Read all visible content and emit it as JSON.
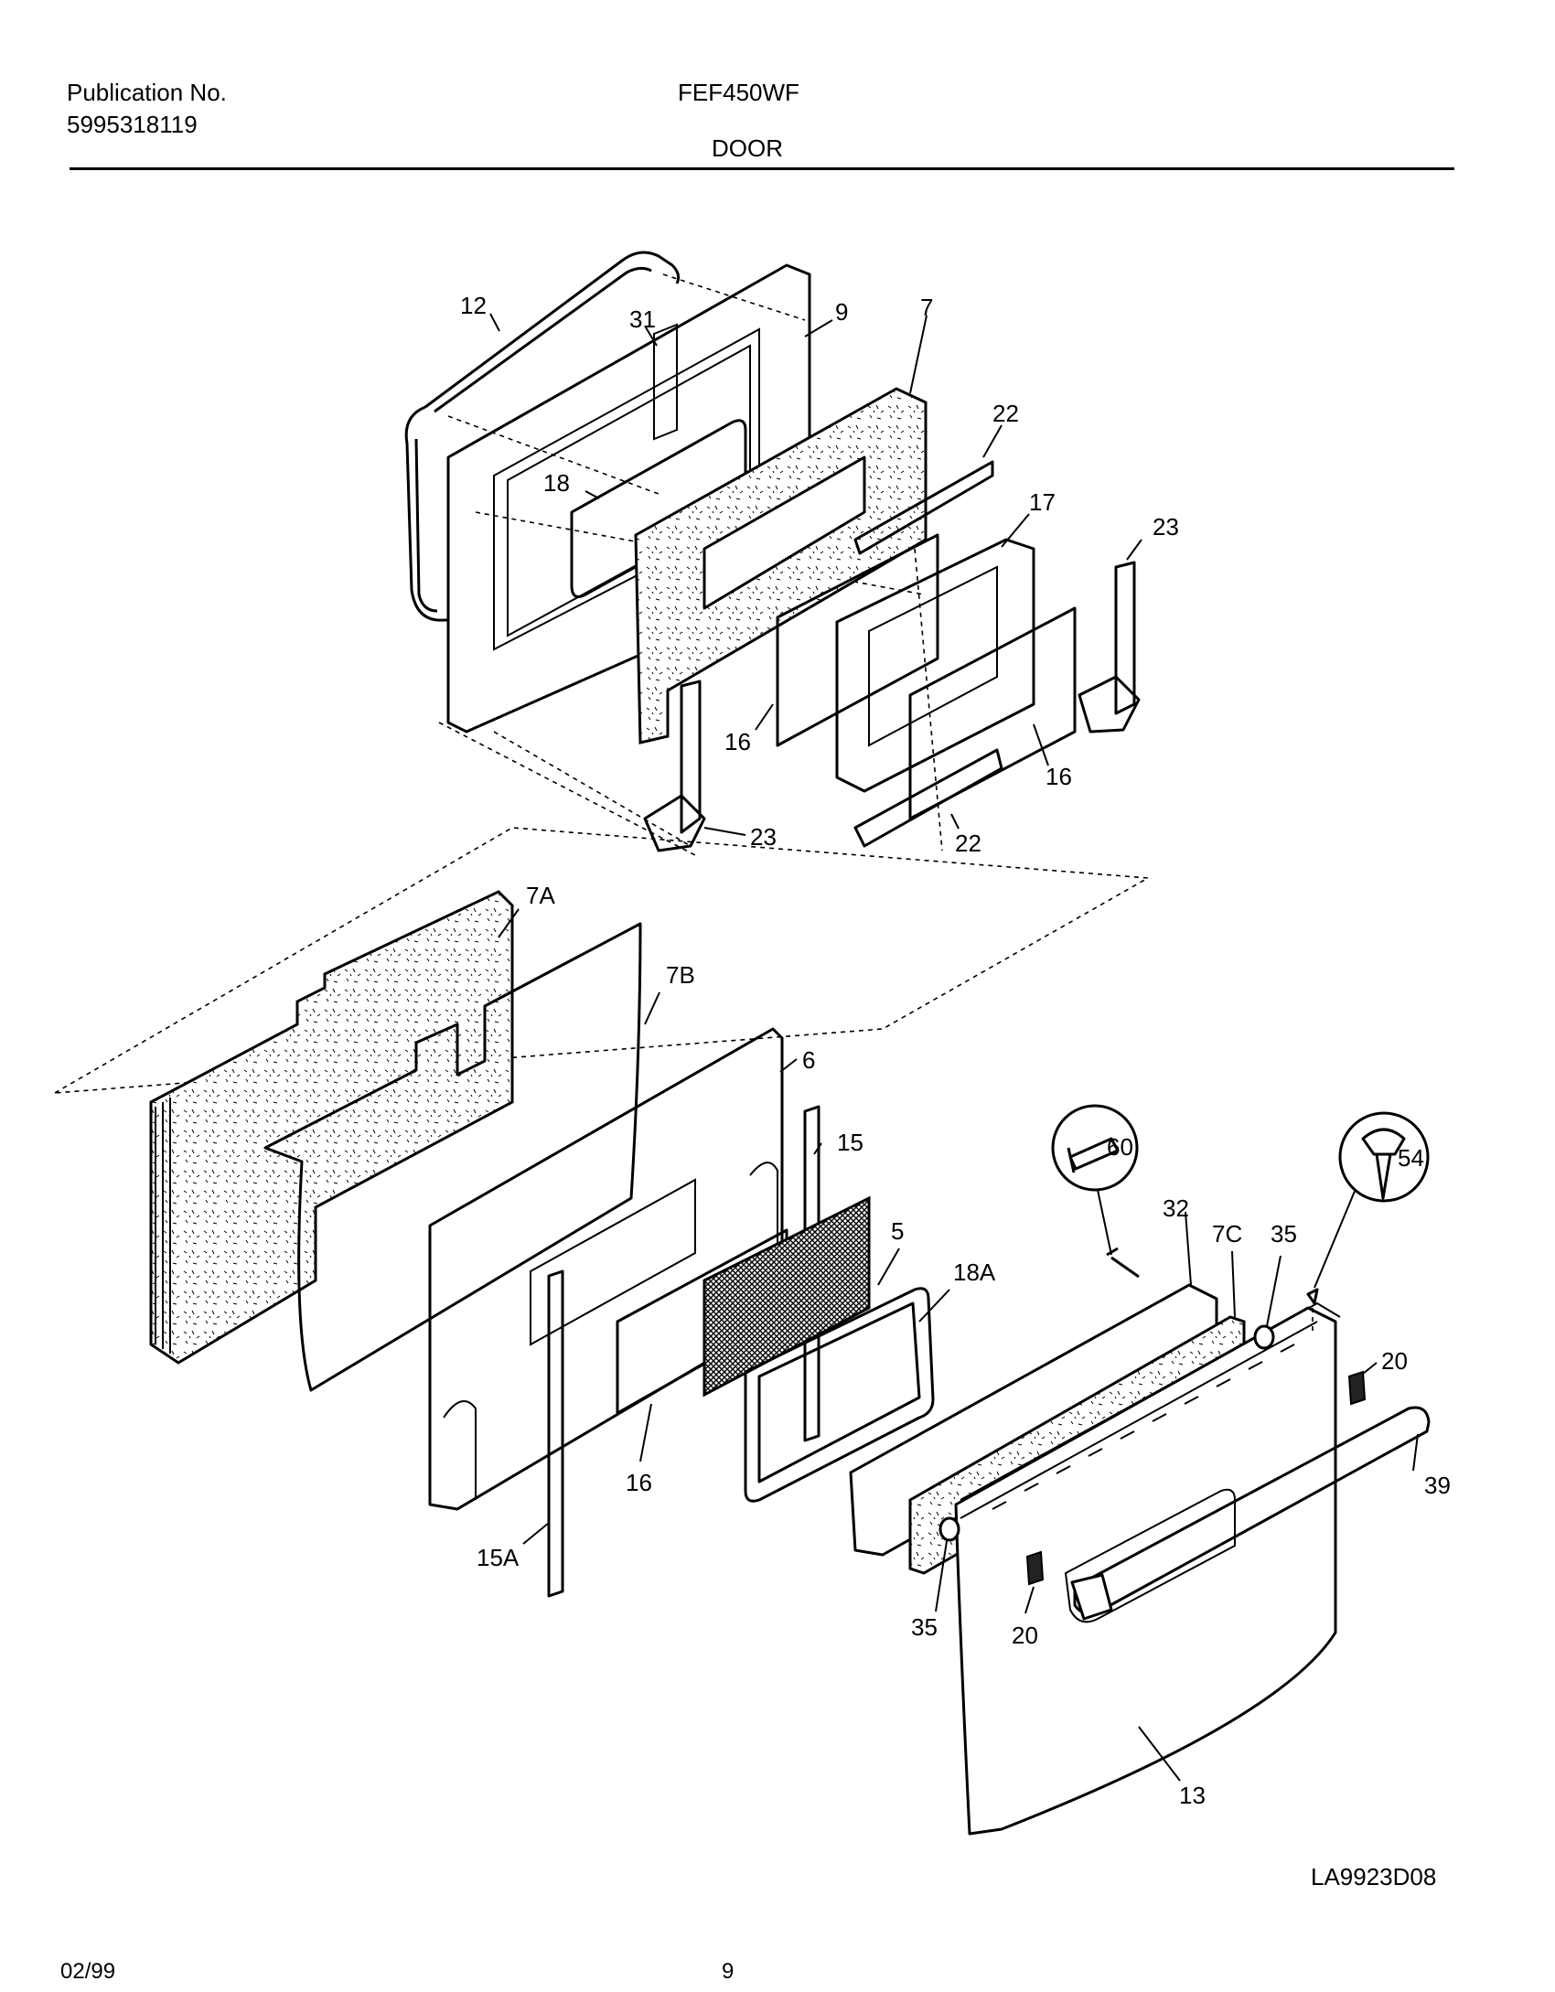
{
  "header": {
    "publication_label": "Publication No.",
    "publication_number": "5995318119",
    "model": "FEF450WF",
    "section": "DOOR"
  },
  "callouts": {
    "c12": "12",
    "c31": "31",
    "c9": "9",
    "c7": "7",
    "c22a": "22",
    "c18": "18",
    "c17": "17",
    "c23a": "23",
    "c16a": "16",
    "c16b": "16",
    "c23b": "23",
    "c22b": "22",
    "c7A": "7A",
    "c7B": "7B",
    "c6": "6",
    "c15": "15",
    "c5": "5",
    "c18A": "18A",
    "c16c": "16",
    "c15A": "15A",
    "c60": "60",
    "c32": "32",
    "c7C": "7C",
    "c35a": "35",
    "c54": "54",
    "c20a": "20",
    "c39": "39",
    "c35b": "35",
    "c20b": "20",
    "c13": "13"
  },
  "footer": {
    "diagram_code": "LA9923D08",
    "date": "02/99",
    "page": "9"
  }
}
